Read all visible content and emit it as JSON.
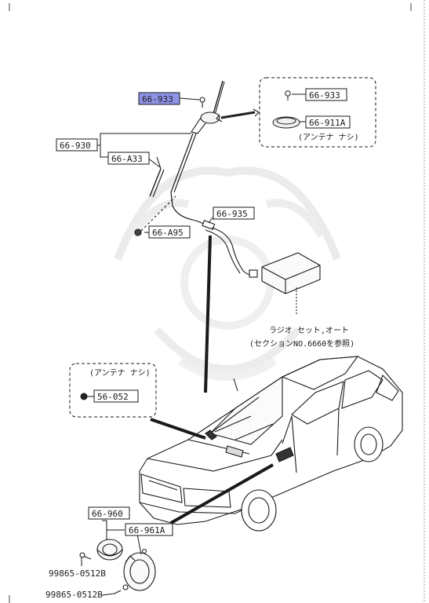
{
  "diagram": {
    "part_numbers": {
      "antenna_bolt_highlighted": "66-933",
      "antenna_bolt_alt": "66-933",
      "antenna_base_cover": "66-911A",
      "antenna_assembly": "66-930",
      "antenna_mast": "66-A33",
      "feeder_clip": "66-A95",
      "feeder_cable": "66-935",
      "cap_no_antenna": "56-052",
      "speaker": "66-960",
      "speaker_bracket": "66-961A",
      "screw_1": "99865-0512B",
      "screw_2": "99865-0512B"
    },
    "notes": {
      "no_antenna_upper": "(アンテナ ナシ)",
      "no_antenna_lower": "(アンテナ ナシ)",
      "radio_set_line1": "ラジオ セット,オート",
      "radio_set_line2": "(セクションNO.6660を参照)"
    },
    "colors": {
      "line": "#1a1a1a",
      "highlight": "#8f93e6",
      "watermark": "#e4e4e4"
    }
  }
}
